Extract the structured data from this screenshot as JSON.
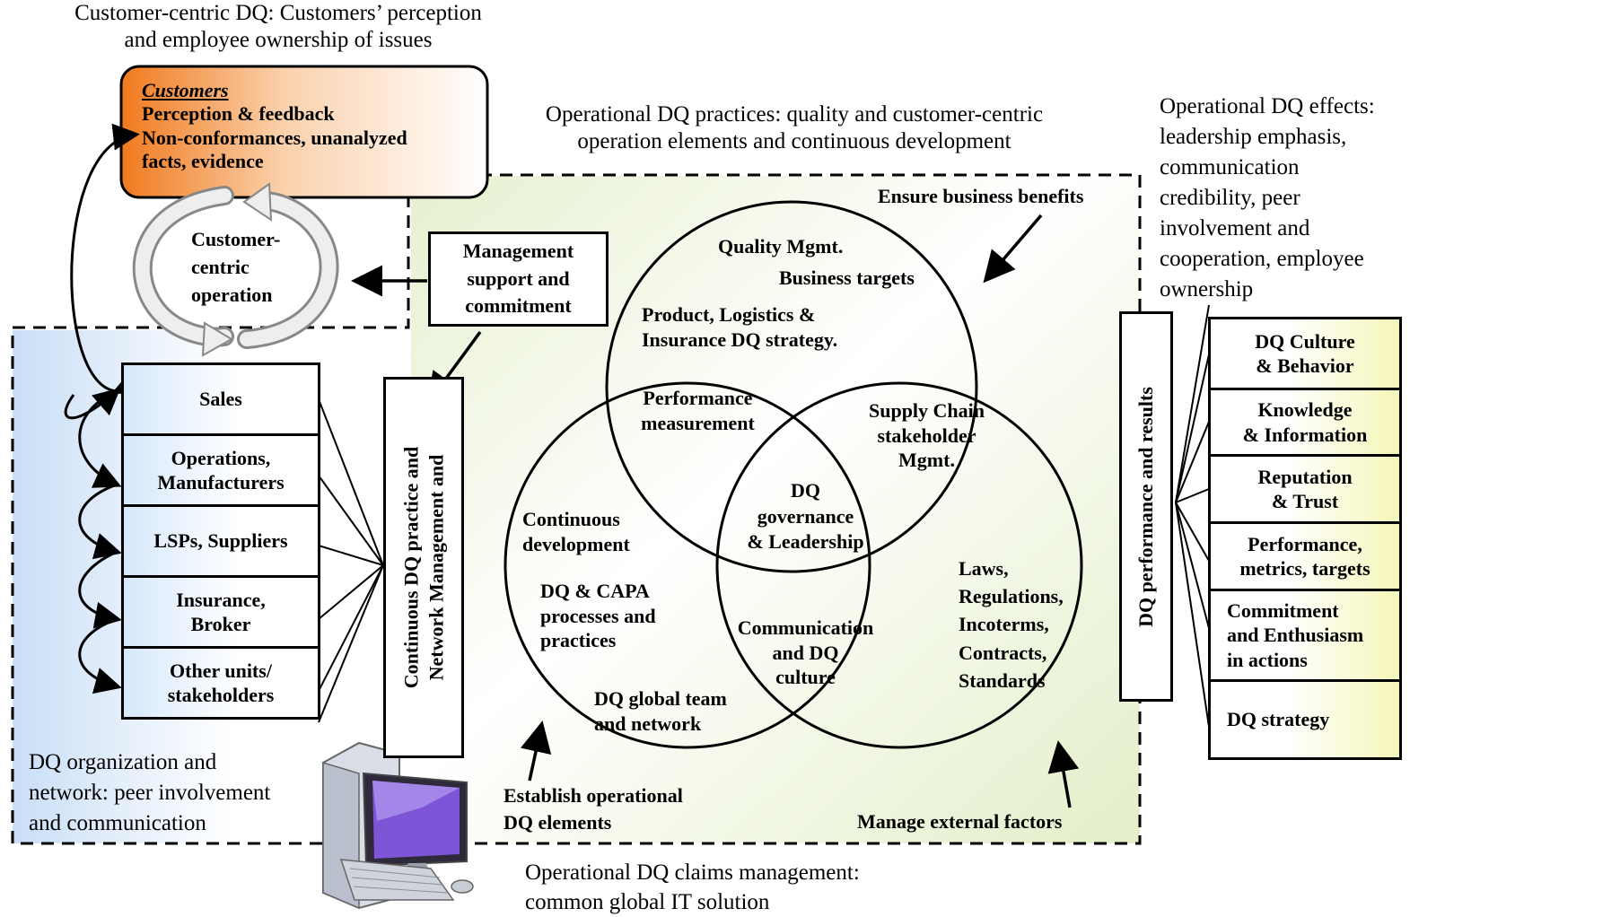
{
  "headings": {
    "customer_centric": "Customer-centric DQ: Customers’ perception\nand employee ownership of issues",
    "practices": "Operational DQ  practices: quality and customer-centric\noperation elements and continuous development",
    "effects": "Operational DQ effects:\nleadership emphasis,\ncommunication\ncredibility,  peer\ninvolvement and\ncooperation, employee\nownership",
    "organization": "DQ organization and\nnetwork: peer involvement\nand communication",
    "claims": "Operational DQ claims management:\ncommon global  IT solution"
  },
  "customers_box": {
    "title": "Customers",
    "line1": "Perception & feedback",
    "line2": "Non-conformances, unanalyzed\nfacts, evidence"
  },
  "cycle_label": "Customer-\ncentric\noperation",
  "management_box": "Management\nsupport and\ncommitment",
  "units": [
    "Sales",
    "Operations,\nManufacturers",
    "LSPs, Suppliers",
    "Insurance,\nBroker",
    "Other units/\nstakeholders"
  ],
  "vertical_practice": "Continuous DQ practice and\nNetwork Management and",
  "venn": {
    "top": "Quality Mgmt.",
    "top2": "Business targets",
    "top3": "Product, Logistics &\nInsurance DQ strategy.",
    "top_left": "Performance\nmeasurement",
    "top_right": "Supply Chain\nstakeholder\nMgmt.",
    "center": "DQ\ngovernance\n&  Leadership",
    "left": "Continuous\ndevelopment",
    "left2": "DQ & CAPA\nprocesses  and\npractices",
    "left3": "DQ global team\nand network",
    "bottom": "Communication\nand DQ\nculture",
    "right": "Laws,\nRegulations,\nIncoterms,\nContracts,\nStandards"
  },
  "arrows_labels": {
    "ensure": "Ensure business benefits",
    "establish": "Establish operational\nDQ elements",
    "manage": "Manage external factors"
  },
  "vertical_results": "DQ performance and results",
  "results": [
    "DQ Culture\n& Behavior",
    "Knowledge\n& Information",
    "Reputation\n& Trust",
    "Performance,\nmetrics, targets",
    "Commitment\nand Enthusiasm\nin actions",
    "DQ strategy"
  ],
  "icons": {
    "computer": "computer-icon",
    "cycle": "cycle-arrows-icon"
  },
  "colors": {
    "customers_orange": "#f08a2a",
    "blue_bg": "#cfe2f7",
    "green_bg": "#e3efc9",
    "yellow_bg": "#f4f6b8"
  }
}
